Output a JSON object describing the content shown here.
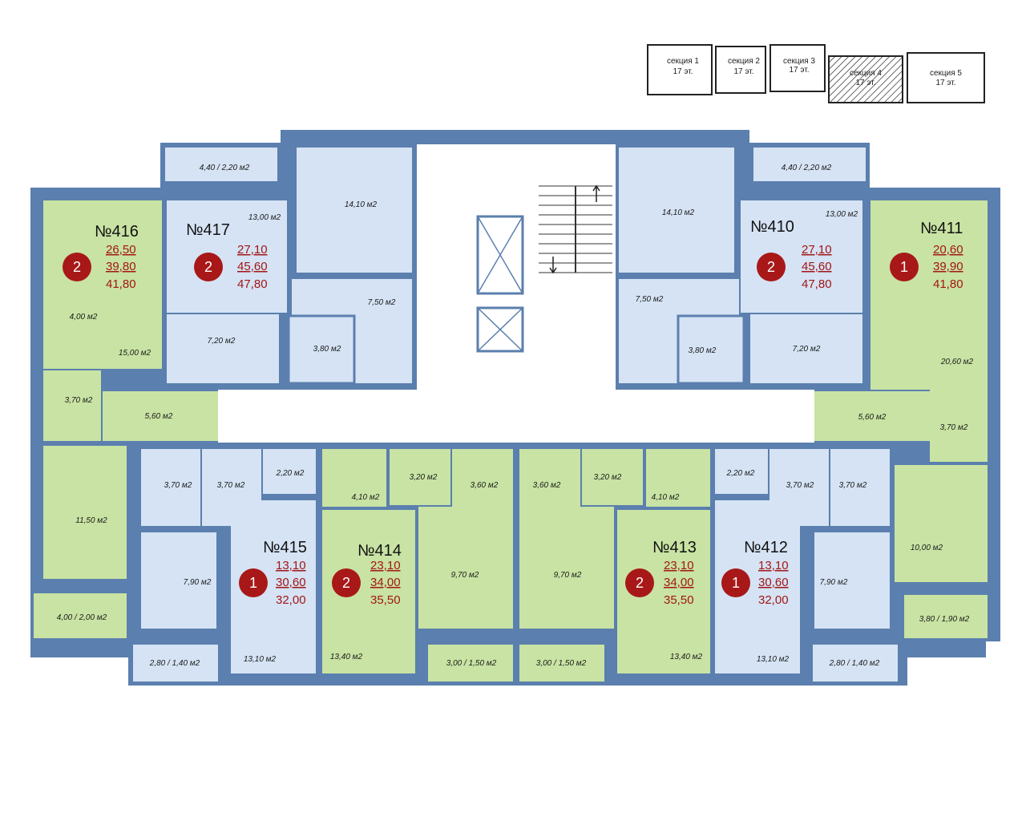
{
  "colors": {
    "wall": "#5b7fae",
    "blue_room": "#d5e3f4",
    "green_room": "#c8e3a3",
    "corridor": "#ffffff",
    "badge": "#a81818",
    "area_text": "#a31616"
  },
  "keymap": {
    "sections": [
      {
        "name": "секция 1",
        "floors": "17 эт."
      },
      {
        "name": "секция 2",
        "floors": "17 эт."
      },
      {
        "name": "секция 3",
        "floors": "17 эт."
      },
      {
        "name": "секция 4",
        "floors": "17 эт.",
        "active": true
      },
      {
        "name": "секция 5",
        "floors": "17 эт."
      }
    ]
  },
  "apartments": [
    {
      "id": "416",
      "label": "№416",
      "rooms": "2",
      "living": "26,50",
      "total": "39,80",
      "total_with_balcony": "41,80",
      "color": "green"
    },
    {
      "id": "417",
      "label": "№417",
      "rooms": "2",
      "living": "27,10",
      "total": "45,60",
      "total_with_balcony": "47,80",
      "color": "blue"
    },
    {
      "id": "410",
      "label": "№410",
      "rooms": "2",
      "living": "27,10",
      "total": "45,60",
      "total_with_balcony": "47,80",
      "color": "blue"
    },
    {
      "id": "411",
      "label": "№411",
      "rooms": "1",
      "living": "20,60",
      "total": "39,90",
      "total_with_balcony": "41,80",
      "color": "green"
    },
    {
      "id": "415",
      "label": "№415",
      "rooms": "1",
      "living": "13,10",
      "total": "30,60",
      "total_with_balcony": "32,00",
      "color": "blue"
    },
    {
      "id": "414",
      "label": "№414",
      "rooms": "2",
      "living": "23,10",
      "total": "34,00",
      "total_with_balcony": "35,50",
      "color": "green"
    },
    {
      "id": "413",
      "label": "№413",
      "rooms": "2",
      "living": "23,10",
      "total": "34,00",
      "total_with_balcony": "35,50",
      "color": "green"
    },
    {
      "id": "412",
      "label": "№412",
      "rooms": "1",
      "living": "13,10",
      "total": "30,60",
      "total_with_balcony": "32,00",
      "color": "blue"
    }
  ],
  "room_labels": {
    "balc_417": "4,40 / 2,20 м2",
    "balc_410": "4,40 / 2,20 м2",
    "r417_big": "14,10 м2",
    "r410_big": "14,10 м2",
    "r417_main": "13,00 м2",
    "r410_main": "13,00 м2",
    "r417_hall": "7,50 м2",
    "r410_hall": "7,50 м2",
    "r417_kitchen": "7,20 м2",
    "r410_kitchen": "7,20 м2",
    "r417_bath": "3,80 м2",
    "r410_bath": "3,80 м2",
    "r416_kitchen": "4,00 м2",
    "r416_room": "15,00 м2",
    "r416_bath": "3,70 м2",
    "r416_hall": "5,60 м2",
    "r416_room2": "11,50 м2",
    "r416_balc": "4,00 / 2,00 м2",
    "r411_room": "20,60 м2",
    "r411_hall": "5,60 м2",
    "r411_bath": "3,70 м2",
    "r411_kitchen": "10,00 м2",
    "r411_balc": "3,80 / 1,90 м2",
    "r415_bath": "3,70 м2",
    "r415_hall": "3,70 м2",
    "r415_closet": "2,20 м2",
    "r415_kitchen": "7,90 м2",
    "r415_room": "13,10 м2",
    "r415_balc": "2,80 / 1,40 м2",
    "r414_kitchen": "4,10 м2",
    "r414_hall": "3,20 м2",
    "r414_bath": "3,60 м2",
    "r414_room2": "9,70 м2",
    "r414_room": "13,40 м2",
    "r414_balc": "3,00 / 1,50 м2",
    "r413_bath": "3,60 м2",
    "r413_hall": "3,20 м2",
    "r413_kitchen": "4,10 м2",
    "r413_room2": "9,70 м2",
    "r413_room": "13,40 м2",
    "r413_balc": "3,00 / 1,50 м2",
    "r412_closet": "2,20 м2",
    "r412_hall": "3,70 м2",
    "r412_bath": "3,70 м2",
    "r412_kitchen": "7,90 м2",
    "r412_room": "13,10 м2",
    "r412_balc": "2,80 / 1,40 м2"
  }
}
